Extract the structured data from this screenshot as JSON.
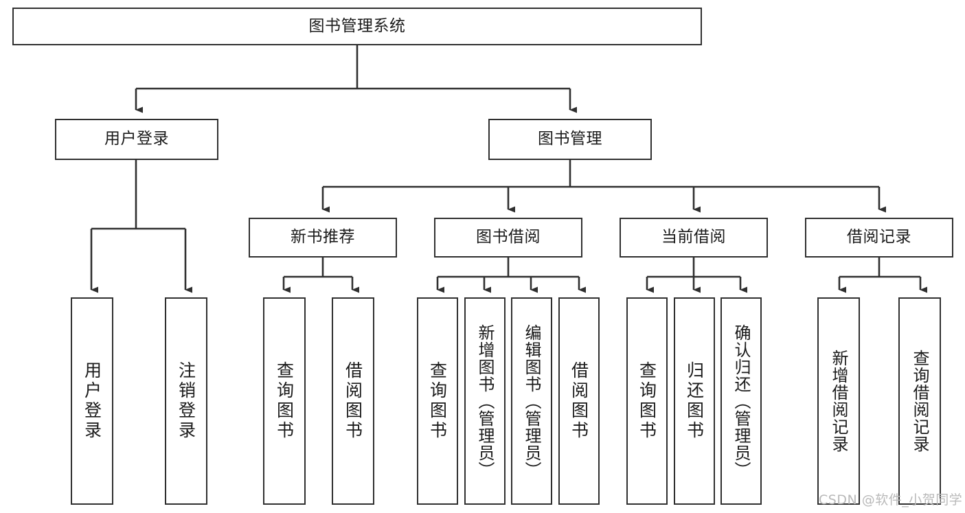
{
  "diagram": {
    "title": "图书管理系统",
    "type": "tree-hierarchy-chart",
    "colors": {
      "background": "#ffffff",
      "node_border": "#2f2f2f",
      "node_fill": "#ffffff",
      "text": "#1a1a1a",
      "connector": "#2f2f2f",
      "watermark": "#b9b9b9"
    },
    "root": {
      "label": "图书管理系统"
    },
    "level2": [
      {
        "label": "用户登录"
      },
      {
        "label": "图书管理"
      }
    ],
    "level3": [
      {
        "label": "新书推荐"
      },
      {
        "label": "图书借阅"
      },
      {
        "label": "当前借阅"
      },
      {
        "label": "借阅记录"
      }
    ],
    "leaves": {
      "user_login": [
        {
          "label": "用户登录"
        },
        {
          "label": "注销登录"
        }
      ],
      "new_book_recommend": [
        {
          "label": "查询图书"
        },
        {
          "label": "借阅图书"
        }
      ],
      "book_borrow": [
        {
          "label": "查询图书"
        },
        {
          "label": "新增图书（管理员）"
        },
        {
          "label": "编辑图书（管理员）"
        },
        {
          "label": "借阅图书"
        }
      ],
      "current_borrow": [
        {
          "label": "查询图书"
        },
        {
          "label": "归还图书"
        },
        {
          "label": "确认归还（管理员）"
        }
      ],
      "borrow_record": [
        {
          "label": "新增借阅记录"
        },
        {
          "label": "查询借阅记录"
        }
      ]
    }
  },
  "watermark": {
    "text": "CSDN @软件_小贺同学"
  }
}
